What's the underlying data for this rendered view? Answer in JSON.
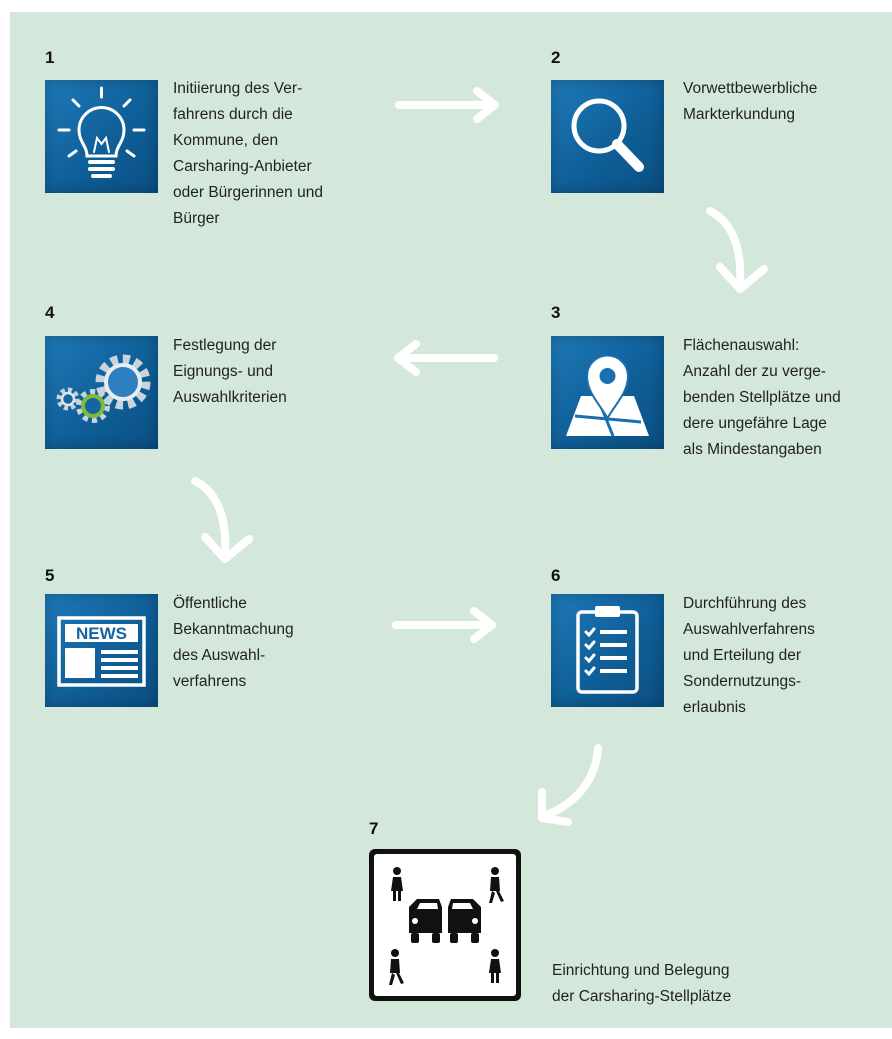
{
  "colors": {
    "background": "#d3e8da",
    "tile": "#1565a3",
    "arrow": "#ffffff"
  },
  "steps": [
    {
      "number": "1",
      "icon": "lightbulb-icon",
      "text": "Initiierung des Ver-\nfahrens durch die\nKommune, den\nCarsharing-Anbieter\noder Bürgerinnen und\nBürger"
    },
    {
      "number": "2",
      "icon": "magnifier-icon",
      "text": "Vorwettbewerbliche\nMarkterkundung"
    },
    {
      "number": "3",
      "icon": "map-pin-icon",
      "text": "Flächenauswahl:\nAnzahl der zu verge-\nbenden Stellplätze und\ndere ungefähre Lage\nals Mindestangaben"
    },
    {
      "number": "4",
      "icon": "gears-icon",
      "text": "Festlegung der\nEignungs- und\nAuswahlkriterien"
    },
    {
      "number": "5",
      "icon": "newspaper-icon",
      "news_label": "NEWS",
      "text": "Öffentliche\nBekanntmachung\ndes Auswahl-\nverfahrens"
    },
    {
      "number": "6",
      "icon": "clipboard-checklist-icon",
      "text": "Durchführung des\nAuswahlverfahrens\nund Erteilung der\nSondernutzungs-\nerlaubnis"
    },
    {
      "number": "7",
      "icon": "carsharing-sign-icon",
      "text": "Einrichtung und Belegung\nder Carsharing-Stellplätze"
    }
  ]
}
